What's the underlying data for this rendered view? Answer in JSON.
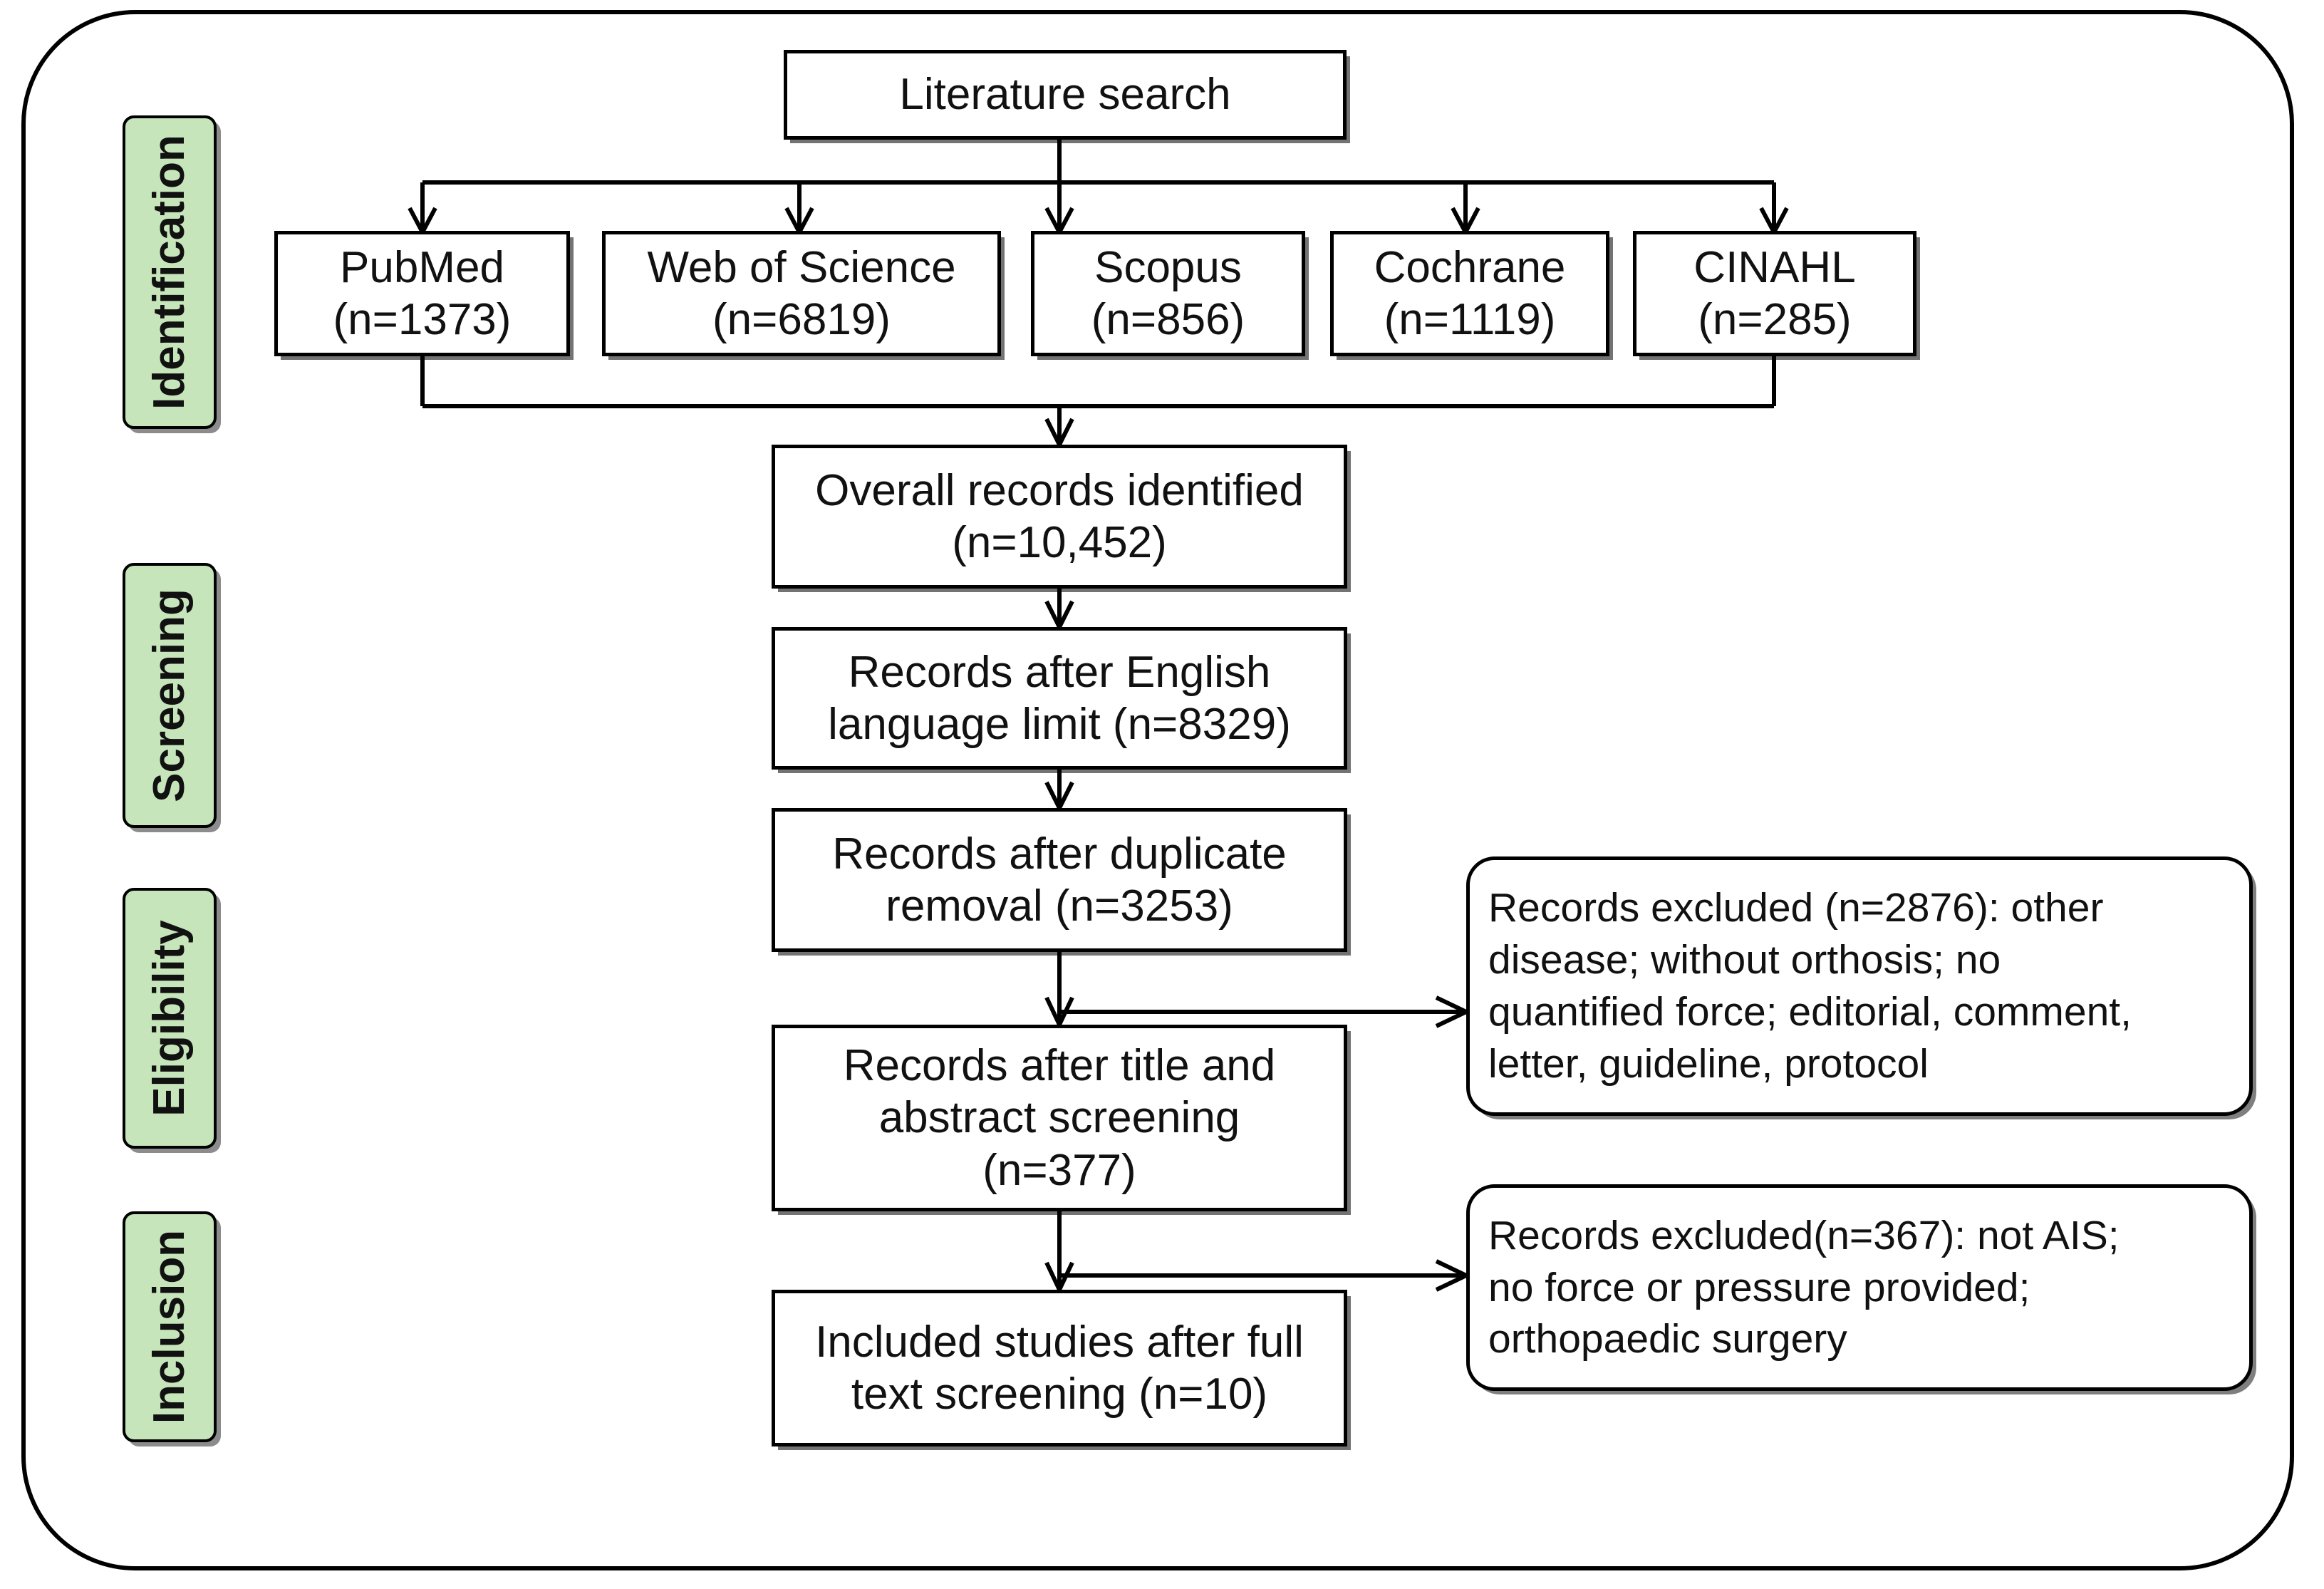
{
  "figure": {
    "type": "prisma-flow-diagram",
    "frame_shape": "rounded-rectangle"
  },
  "colors": {
    "stage_tab_fill": "#c6e5ba",
    "box_fill": "#ffffff",
    "line": "#000000",
    "text": "#111111"
  },
  "stages": [
    {
      "id": "identification",
      "label": "Identification"
    },
    {
      "id": "screening",
      "label": "Screening"
    },
    {
      "id": "eligibility",
      "label": "Eligibility"
    },
    {
      "id": "inclusion",
      "label": "Inclusion"
    }
  ],
  "top": {
    "literature_search": "Literature search"
  },
  "sources": [
    {
      "name": "PubMed",
      "count_label": "(n=1373)",
      "text": "PubMed\n(n=1373)"
    },
    {
      "name": "Web of Science",
      "count_label": "(n=6819)",
      "text": "Web of Science\n(n=6819)"
    },
    {
      "name": "Scopus",
      "count_label": "(n=856)",
      "text": "Scopus\n(n=856)"
    },
    {
      "name": "Cochrane",
      "count_label": "(n=1119)",
      "text": "Cochrane\n(n=1119)"
    },
    {
      "name": "CINAHL",
      "count_label": "(n=285)",
      "text": "CINAHL\n(n=285)"
    }
  ],
  "flow": {
    "overall_records": "Overall records identified\n(n=10,452)",
    "english_limit": "Records after English\nlanguage limit (n=8329)",
    "duplicate_removal": "Records after duplicate\nremoval (n=3253)",
    "title_abstract": "Records after title and\nabstract screening\n(n=377)",
    "included_studies": "Included studies after full\ntext screening (n=10)"
  },
  "exclusions": [
    {
      "id": "excluded-after-duplicate-removal",
      "text": "Records excluded (n=2876): other\ndisease; without orthosis; no\nquantified force; editorial, comment,\nletter, guideline, protocol"
    },
    {
      "id": "excluded-after-title-abstract",
      "text": "Records excluded(n=367): not AIS;\nno force or pressure provided;\northopaedic surgery"
    }
  ],
  "counts": {
    "pubmed": 1373,
    "web_of_science": 6819,
    "scopus": 856,
    "cochrane": 1119,
    "cinahl": 285,
    "overall_identified": 10452,
    "after_english_limit": 8329,
    "after_duplicate_removal": 3253,
    "after_title_abstract": 377,
    "excluded_title_abstract": 2876,
    "excluded_full_text": 367,
    "included": 10
  }
}
